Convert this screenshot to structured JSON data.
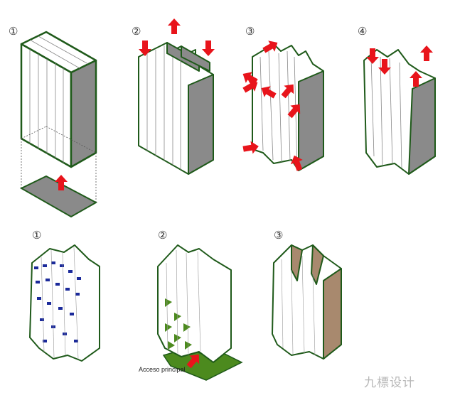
{
  "top_row_labels": [
    "①",
    "②",
    "③",
    "④"
  ],
  "bottom_row_labels": [
    "①",
    "②",
    "③"
  ],
  "access_label": "Acceso principal",
  "watermark": "九標设计",
  "colors": {
    "outline": "#1f5a1a",
    "side": "#8a8a8a",
    "arrow": "#e8141b",
    "blue": "#1b2a9a",
    "green": "#4c8a1e",
    "brown": "#a8896e"
  }
}
